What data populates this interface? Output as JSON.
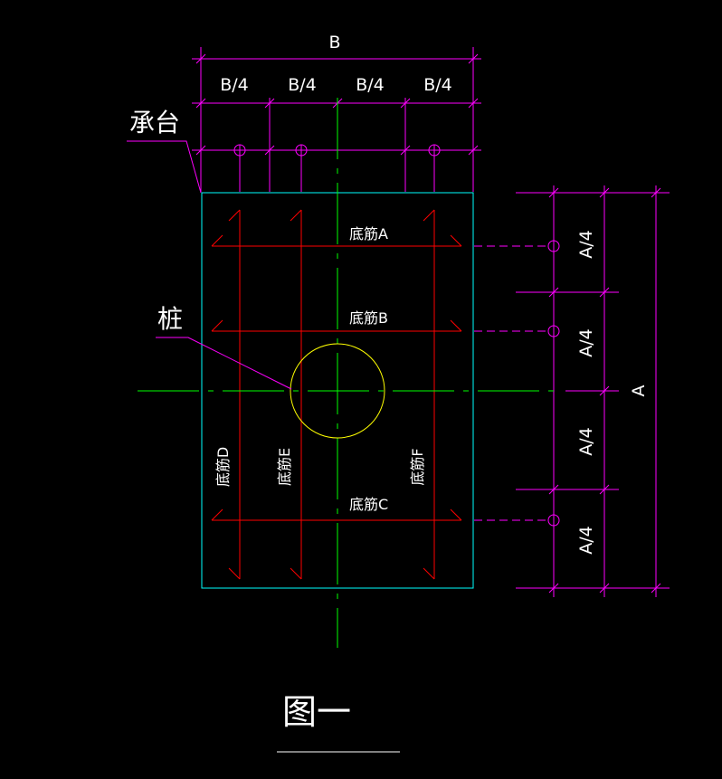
{
  "colors": {
    "background": "#000000",
    "dimension": "#ff00ff",
    "outline": "#00ffff",
    "rebar": "#ff0000",
    "pile": "#ffff00",
    "centerline": "#00ff00",
    "text": "#ffffff"
  },
  "dims": {
    "top_total": "B",
    "top_quarter": [
      "B/4",
      "B/4",
      "B/4",
      "B/4"
    ],
    "right_total": "A",
    "right_quarter": [
      "A/4",
      "A/4",
      "A/4",
      "A/4"
    ]
  },
  "labels": {
    "cap": "承台",
    "pile": "桩",
    "rebar_a": "底筋A",
    "rebar_b": "底筋B",
    "rebar_c": "底筋C",
    "rebar_d": "底筋D",
    "rebar_e": "底筋E",
    "rebar_f": "底筋F"
  },
  "caption": "图一"
}
